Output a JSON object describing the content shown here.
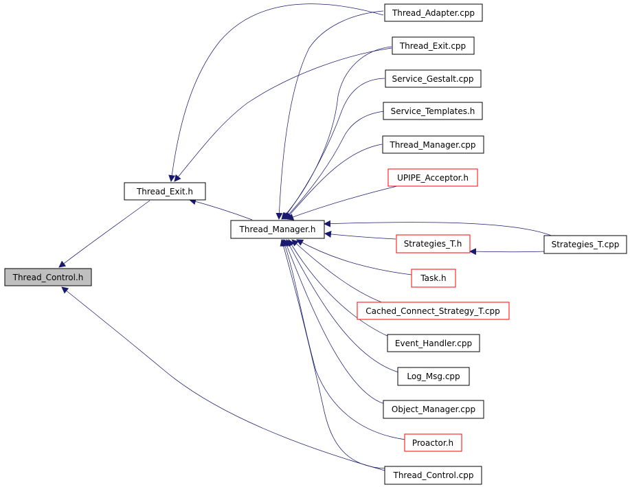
{
  "colors": {
    "edge": "#191970",
    "arrowhead": "#191970",
    "node_border_default": "#000000",
    "node_border_truncated": "#ff0000",
    "node_fill_default": "#ffffff",
    "node_fill_root": "#bfbfbf"
  },
  "nodes": {
    "thread_control_h": {
      "label": "Thread_Control.h",
      "style": "root"
    },
    "thread_exit_h": {
      "label": "Thread_Exit.h",
      "style": "default"
    },
    "thread_manager_h": {
      "label": "Thread_Manager.h",
      "style": "default"
    },
    "thread_adapter_cpp": {
      "label": "Thread_Adapter.cpp",
      "style": "default"
    },
    "thread_exit_cpp": {
      "label": "Thread_Exit.cpp",
      "style": "default"
    },
    "service_gestalt_cpp": {
      "label": "Service_Gestalt.cpp",
      "style": "default"
    },
    "service_templates_h": {
      "label": "Service_Templates.h",
      "style": "default"
    },
    "thread_manager_cpp": {
      "label": "Thread_Manager.cpp",
      "style": "default"
    },
    "upipe_acceptor_h": {
      "label": "UPIPE_Acceptor.h",
      "style": "truncated"
    },
    "strategies_t_h": {
      "label": "Strategies_T.h",
      "style": "truncated"
    },
    "strategies_t_cpp": {
      "label": "Strategies_T.cpp",
      "style": "default"
    },
    "task_h": {
      "label": "Task.h",
      "style": "truncated"
    },
    "cached_connect_strategy_t_cpp": {
      "label": "Cached_Connect_Strategy_T.cpp",
      "style": "truncated"
    },
    "event_handler_cpp": {
      "label": "Event_Handler.cpp",
      "style": "default"
    },
    "log_msg_cpp": {
      "label": "Log_Msg.cpp",
      "style": "default"
    },
    "object_manager_cpp": {
      "label": "Object_Manager.cpp",
      "style": "default"
    },
    "proactor_h": {
      "label": "Proactor.h",
      "style": "truncated"
    },
    "thread_control_cpp": {
      "label": "Thread_Control.cpp",
      "style": "default"
    }
  },
  "edges": [
    {
      "from": "thread_exit_h",
      "to": "thread_control_h"
    },
    {
      "from": "thread_control_cpp",
      "to": "thread_control_h"
    },
    {
      "from": "thread_adapter_cpp",
      "to": "thread_exit_h"
    },
    {
      "from": "thread_exit_cpp",
      "to": "thread_exit_h"
    },
    {
      "from": "thread_manager_h",
      "to": "thread_exit_h"
    },
    {
      "from": "thread_adapter_cpp",
      "to": "thread_manager_h"
    },
    {
      "from": "thread_exit_cpp",
      "to": "thread_manager_h"
    },
    {
      "from": "service_gestalt_cpp",
      "to": "thread_manager_h"
    },
    {
      "from": "service_templates_h",
      "to": "thread_manager_h"
    },
    {
      "from": "thread_manager_cpp",
      "to": "thread_manager_h"
    },
    {
      "from": "upipe_acceptor_h",
      "to": "thread_manager_h"
    },
    {
      "from": "strategies_t_cpp",
      "to": "thread_manager_h"
    },
    {
      "from": "strategies_t_h",
      "to": "thread_manager_h"
    },
    {
      "from": "strategies_t_cpp",
      "to": "strategies_t_h"
    },
    {
      "from": "task_h",
      "to": "thread_manager_h"
    },
    {
      "from": "cached_connect_strategy_t_cpp",
      "to": "thread_manager_h"
    },
    {
      "from": "event_handler_cpp",
      "to": "thread_manager_h"
    },
    {
      "from": "log_msg_cpp",
      "to": "thread_manager_h"
    },
    {
      "from": "object_manager_cpp",
      "to": "thread_manager_h"
    },
    {
      "from": "proactor_h",
      "to": "thread_manager_h"
    },
    {
      "from": "thread_control_cpp",
      "to": "thread_manager_h"
    }
  ]
}
